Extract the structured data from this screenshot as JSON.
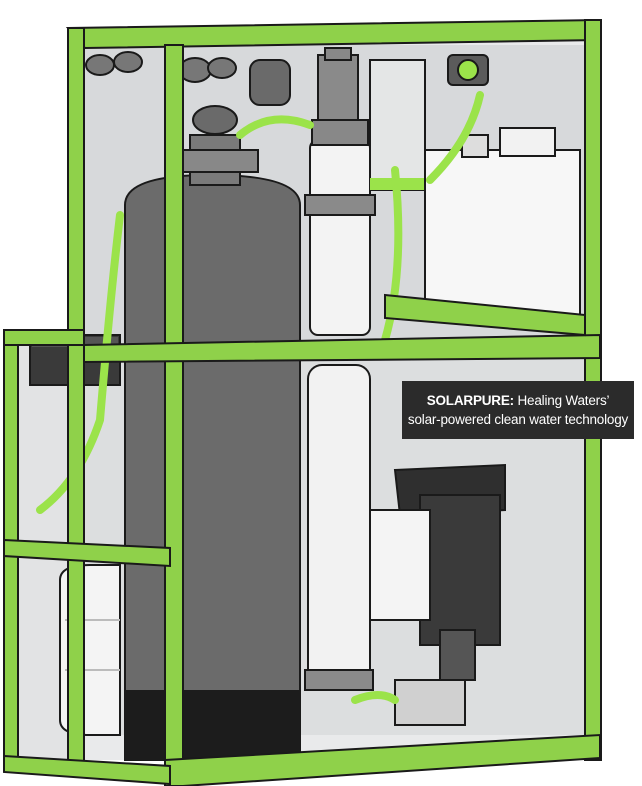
{
  "caption": {
    "title": "SOLARPURE:",
    "line1_rest": " Healing Waters’",
    "line2": "solar-powered clean water technology"
  },
  "colors": {
    "frame": "#8fd14a",
    "outline": "#1a1a1a",
    "tank": "#6b6b6b",
    "tank_dark": "#555555",
    "panel_bg": "#d6d8da",
    "pipe": "#8a8a8a",
    "membrane": "#f2f2f2",
    "caption_bg": "#2b2b2b"
  }
}
